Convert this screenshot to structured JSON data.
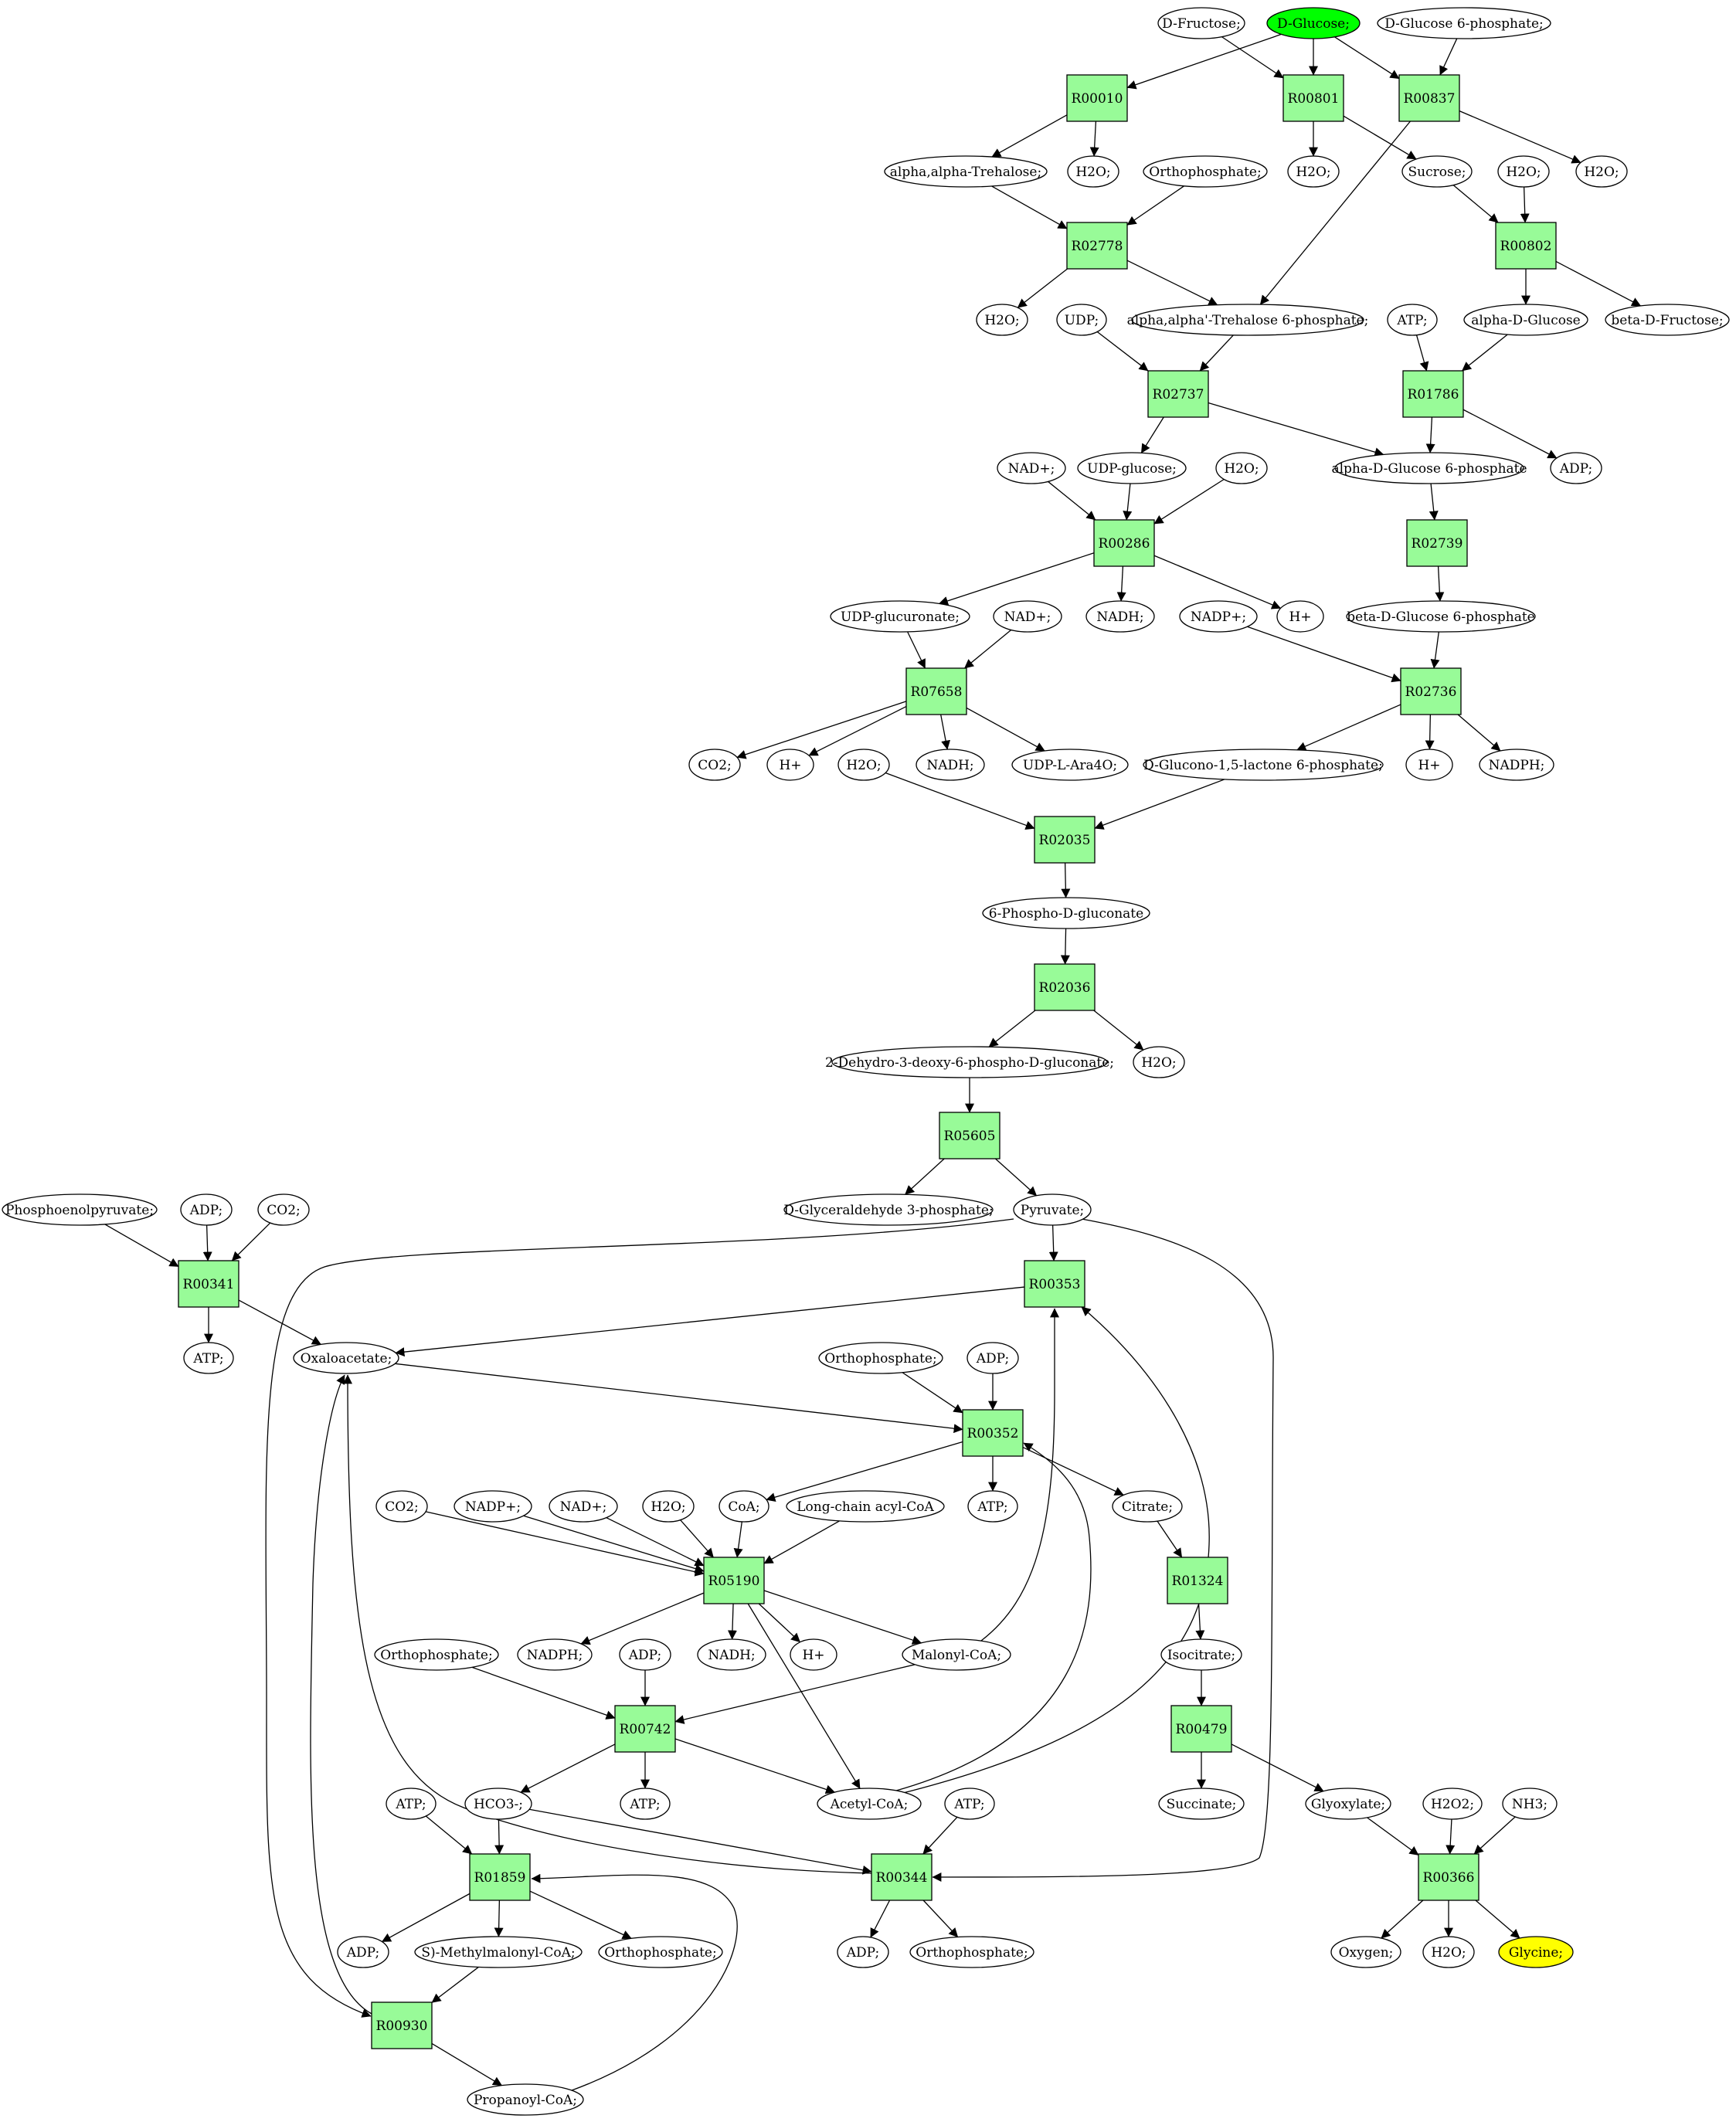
{
  "diagram": {
    "colors": {
      "reaction_fill": "#98FB98",
      "metabolite_fill": "#FFFFFF",
      "source_fill": "#00FF00",
      "target_fill": "#FFFF00",
      "stroke": "#000000"
    },
    "nodes": [
      {
        "id": "m_dfructose",
        "label": "D-Fructose;",
        "kind": "metabolite"
      },
      {
        "id": "m_dglucose",
        "label": "D-Glucose;",
        "kind": "source"
      },
      {
        "id": "m_dg6p",
        "label": "D-Glucose 6-phosphate;",
        "kind": "metabolite"
      },
      {
        "id": "r_R00010",
        "label": "R00010",
        "kind": "reaction"
      },
      {
        "id": "r_R00801",
        "label": "R00801",
        "kind": "reaction"
      },
      {
        "id": "r_R00837",
        "label": "R00837",
        "kind": "reaction"
      },
      {
        "id": "m_trehalose",
        "label": "alpha,alpha-Trehalose;",
        "kind": "metabolite"
      },
      {
        "id": "m_h2o_1",
        "label": "H2O;",
        "kind": "metabolite"
      },
      {
        "id": "m_orthop_1",
        "label": "Orthophosphate;",
        "kind": "metabolite"
      },
      {
        "id": "m_h2o_2",
        "label": "H2O;",
        "kind": "metabolite"
      },
      {
        "id": "m_sucrose",
        "label": "Sucrose;",
        "kind": "metabolite"
      },
      {
        "id": "m_h2o_3",
        "label": "H2O;",
        "kind": "metabolite"
      },
      {
        "id": "m_h2o_4",
        "label": "H2O;",
        "kind": "metabolite"
      },
      {
        "id": "r_R02778",
        "label": "R02778",
        "kind": "reaction"
      },
      {
        "id": "r_R00802",
        "label": "R00802",
        "kind": "reaction"
      },
      {
        "id": "m_h2o_5",
        "label": "H2O;",
        "kind": "metabolite"
      },
      {
        "id": "m_udp",
        "label": "UDP;",
        "kind": "metabolite"
      },
      {
        "id": "m_treh6p",
        "label": "alpha,alpha'-Trehalose 6-phosphate;",
        "kind": "metabolite"
      },
      {
        "id": "m_atp_1",
        "label": "ATP;",
        "kind": "metabolite"
      },
      {
        "id": "m_adglc",
        "label": "alpha-D-Glucose",
        "kind": "metabolite"
      },
      {
        "id": "m_bdfru",
        "label": "beta-D-Fructose;",
        "kind": "metabolite"
      },
      {
        "id": "r_R02737",
        "label": "R02737",
        "kind": "reaction"
      },
      {
        "id": "r_R01786",
        "label": "R01786",
        "kind": "reaction"
      },
      {
        "id": "m_nad_1",
        "label": "NAD+;",
        "kind": "metabolite"
      },
      {
        "id": "m_udpglc",
        "label": "UDP-glucose;",
        "kind": "metabolite"
      },
      {
        "id": "m_h2o_6",
        "label": "H2O;",
        "kind": "metabolite"
      },
      {
        "id": "m_adg6p",
        "label": "alpha-D-Glucose 6-phosphate",
        "kind": "metabolite"
      },
      {
        "id": "m_adp_1",
        "label": "ADP;",
        "kind": "metabolite"
      },
      {
        "id": "r_R00286",
        "label": "R00286",
        "kind": "reaction"
      },
      {
        "id": "r_R02739",
        "label": "R02739",
        "kind": "reaction"
      },
      {
        "id": "m_udpgluc",
        "label": "UDP-glucuronate;",
        "kind": "metabolite"
      },
      {
        "id": "m_nad_2",
        "label": "NAD+;",
        "kind": "metabolite"
      },
      {
        "id": "m_nadh_1",
        "label": "NADH;",
        "kind": "metabolite"
      },
      {
        "id": "m_nadp_1",
        "label": "NADP+;",
        "kind": "metabolite"
      },
      {
        "id": "m_hplus_1",
        "label": "H+",
        "kind": "metabolite"
      },
      {
        "id": "m_bdg6p",
        "label": "beta-D-Glucose 6-phosphate",
        "kind": "metabolite"
      },
      {
        "id": "r_R07658",
        "label": "R07658",
        "kind": "reaction"
      },
      {
        "id": "r_R02736",
        "label": "R02736",
        "kind": "reaction"
      },
      {
        "id": "m_co2_1",
        "label": "CO2;",
        "kind": "metabolite"
      },
      {
        "id": "m_hplus_2",
        "label": "H+",
        "kind": "metabolite"
      },
      {
        "id": "m_h2o_7",
        "label": "H2O;",
        "kind": "metabolite"
      },
      {
        "id": "m_nadh_2",
        "label": "NADH;",
        "kind": "metabolite"
      },
      {
        "id": "m_udpara",
        "label": "UDP-L-Ara4O;",
        "kind": "metabolite"
      },
      {
        "id": "m_dglucono",
        "label": "D-Glucono-1,5-lactone 6-phosphate;",
        "kind": "metabolite"
      },
      {
        "id": "m_hplus_3",
        "label": "H+",
        "kind": "metabolite"
      },
      {
        "id": "m_nadph_1",
        "label": "NADPH;",
        "kind": "metabolite"
      },
      {
        "id": "r_R02035",
        "label": "R02035",
        "kind": "reaction"
      },
      {
        "id": "m_6pg",
        "label": "6-Phospho-D-gluconate",
        "kind": "metabolite"
      },
      {
        "id": "r_R02036",
        "label": "R02036",
        "kind": "reaction"
      },
      {
        "id": "m_kdpg",
        "label": "2-Dehydro-3-deoxy-6-phospho-D-gluconate;",
        "kind": "metabolite"
      },
      {
        "id": "m_h2o_8",
        "label": "H2O;",
        "kind": "metabolite"
      },
      {
        "id": "r_R05605",
        "label": "R05605",
        "kind": "reaction"
      },
      {
        "id": "m_pep",
        "label": "Phosphoenolpyruvate;",
        "kind": "metabolite"
      },
      {
        "id": "m_adp_2",
        "label": "ADP;",
        "kind": "metabolite"
      },
      {
        "id": "m_co2_2",
        "label": "CO2;",
        "kind": "metabolite"
      },
      {
        "id": "m_gap",
        "label": "D-Glyceraldehyde 3-phosphate;",
        "kind": "metabolite"
      },
      {
        "id": "m_pyruvate",
        "label": "Pyruvate;",
        "kind": "metabolite"
      },
      {
        "id": "r_R00341",
        "label": "R00341",
        "kind": "reaction"
      },
      {
        "id": "r_R00353",
        "label": "R00353",
        "kind": "reaction"
      },
      {
        "id": "m_atp_2",
        "label": "ATP;",
        "kind": "metabolite"
      },
      {
        "id": "m_oaa",
        "label": "Oxaloacetate;",
        "kind": "metabolite"
      },
      {
        "id": "m_orthop_2",
        "label": "Orthophosphate;",
        "kind": "metabolite"
      },
      {
        "id": "m_adp_3",
        "label": "ADP;",
        "kind": "metabolite"
      },
      {
        "id": "r_R00352",
        "label": "R00352",
        "kind": "reaction"
      },
      {
        "id": "m_co2_3",
        "label": "CO2;",
        "kind": "metabolite"
      },
      {
        "id": "m_nadp_2",
        "label": "NADP+;",
        "kind": "metabolite"
      },
      {
        "id": "m_nad_3",
        "label": "NAD+;",
        "kind": "metabolite"
      },
      {
        "id": "m_h2o_9",
        "label": "H2O;",
        "kind": "metabolite"
      },
      {
        "id": "m_coa",
        "label": "CoA;",
        "kind": "metabolite"
      },
      {
        "id": "m_lcacoa",
        "label": "Long-chain acyl-CoA",
        "kind": "metabolite"
      },
      {
        "id": "m_atp_3",
        "label": "ATP;",
        "kind": "metabolite"
      },
      {
        "id": "m_citrate",
        "label": "Citrate;",
        "kind": "metabolite"
      },
      {
        "id": "r_R05190",
        "label": "R05190",
        "kind": "reaction"
      },
      {
        "id": "r_R01324",
        "label": "R01324",
        "kind": "reaction"
      },
      {
        "id": "m_orthop_3",
        "label": "Orthophosphate;",
        "kind": "metabolite"
      },
      {
        "id": "m_nadph_2",
        "label": "NADPH;",
        "kind": "metabolite"
      },
      {
        "id": "m_adp_4",
        "label": "ADP;",
        "kind": "metabolite"
      },
      {
        "id": "m_nadh_3",
        "label": "NADH;",
        "kind": "metabolite"
      },
      {
        "id": "m_hplus_4",
        "label": "H+",
        "kind": "metabolite"
      },
      {
        "id": "m_malcoa",
        "label": "Malonyl-CoA;",
        "kind": "metabolite"
      },
      {
        "id": "m_isocit",
        "label": "Isocitrate;",
        "kind": "metabolite"
      },
      {
        "id": "r_R00742",
        "label": "R00742",
        "kind": "reaction"
      },
      {
        "id": "r_R00479",
        "label": "R00479",
        "kind": "reaction"
      },
      {
        "id": "m_atp_4",
        "label": "ATP;",
        "kind": "metabolite"
      },
      {
        "id": "m_hco3",
        "label": "HCO3-;",
        "kind": "metabolite"
      },
      {
        "id": "m_atp_5",
        "label": "ATP;",
        "kind": "metabolite"
      },
      {
        "id": "m_acetcoa",
        "label": "Acetyl-CoA;",
        "kind": "metabolite"
      },
      {
        "id": "m_atp_6",
        "label": "ATP;",
        "kind": "metabolite"
      },
      {
        "id": "m_succ",
        "label": "Succinate;",
        "kind": "metabolite"
      },
      {
        "id": "m_glyox",
        "label": "Glyoxylate;",
        "kind": "metabolite"
      },
      {
        "id": "m_h2o2",
        "label": "H2O2;",
        "kind": "metabolite"
      },
      {
        "id": "m_nh3",
        "label": "NH3;",
        "kind": "metabolite"
      },
      {
        "id": "r_R01859",
        "label": "R01859",
        "kind": "reaction"
      },
      {
        "id": "r_R00344",
        "label": "R00344",
        "kind": "reaction"
      },
      {
        "id": "r_R00366",
        "label": "R00366",
        "kind": "reaction"
      },
      {
        "id": "m_adp_5",
        "label": "ADP;",
        "kind": "metabolite"
      },
      {
        "id": "m_smmcoa",
        "label": "S)-Methylmalonyl-CoA;",
        "kind": "metabolite"
      },
      {
        "id": "m_orthop_4",
        "label": "Orthophosphate;",
        "kind": "metabolite"
      },
      {
        "id": "m_adp_6",
        "label": "ADP;",
        "kind": "metabolite"
      },
      {
        "id": "m_orthop_5",
        "label": "Orthophosphate;",
        "kind": "metabolite"
      },
      {
        "id": "m_oxygen",
        "label": "Oxygen;",
        "kind": "metabolite"
      },
      {
        "id": "m_h2o_10",
        "label": "H2O;",
        "kind": "metabolite"
      },
      {
        "id": "m_glycine",
        "label": "Glycine;",
        "kind": "target"
      },
      {
        "id": "r_R00930",
        "label": "R00930",
        "kind": "reaction"
      },
      {
        "id": "m_propcoa",
        "label": "Propanoyl-CoA;",
        "kind": "metabolite"
      }
    ],
    "edges": [
      [
        "m_dglucose",
        "r_R00010"
      ],
      [
        "m_dglucose",
        "r_R00801"
      ],
      [
        "m_dglucose",
        "r_R00837"
      ],
      [
        "m_dfructose",
        "r_R00801"
      ],
      [
        "m_dg6p",
        "r_R00837"
      ],
      [
        "r_R00010",
        "m_trehalose"
      ],
      [
        "r_R00010",
        "m_h2o_1"
      ],
      [
        "r_R00801",
        "m_h2o_2"
      ],
      [
        "r_R00801",
        "m_sucrose"
      ],
      [
        "r_R00837",
        "m_treh6p"
      ],
      [
        "r_R00837",
        "m_h2o_4"
      ],
      [
        "m_trehalose",
        "r_R02778"
      ],
      [
        "m_orthop_1",
        "r_R02778"
      ],
      [
        "r_R02778",
        "m_h2o_5"
      ],
      [
        "r_R02778",
        "m_treh6p"
      ],
      [
        "m_sucrose",
        "r_R00802"
      ],
      [
        "m_h2o_3",
        "r_R00802"
      ],
      [
        "r_R00802",
        "m_adglc"
      ],
      [
        "r_R00802",
        "m_bdfru"
      ],
      [
        "m_udp",
        "r_R02737"
      ],
      [
        "m_treh6p",
        "r_R02737"
      ],
      [
        "r_R02737",
        "m_udpglc"
      ],
      [
        "r_R02737",
        "m_adg6p"
      ],
      [
        "m_atp_1",
        "r_R01786"
      ],
      [
        "m_adglc",
        "r_R01786"
      ],
      [
        "r_R01786",
        "m_adg6p"
      ],
      [
        "r_R01786",
        "m_adp_1"
      ],
      [
        "m_adg6p",
        "r_R02739"
      ],
      [
        "r_R02739",
        "m_bdg6p"
      ],
      [
        "m_nad_1",
        "r_R00286"
      ],
      [
        "m_udpglc",
        "r_R00286"
      ],
      [
        "m_h2o_6",
        "r_R00286"
      ],
      [
        "r_R00286",
        "m_udpgluc"
      ],
      [
        "r_R00286",
        "m_nadh_1"
      ],
      [
        "r_R00286",
        "m_hplus_1"
      ],
      [
        "m_udpgluc",
        "r_R07658"
      ],
      [
        "m_nad_2",
        "r_R07658"
      ],
      [
        "r_R07658",
        "m_co2_1"
      ],
      [
        "r_R07658",
        "m_hplus_2"
      ],
      [
        "r_R07658",
        "m_nadh_2"
      ],
      [
        "r_R07658",
        "m_udpara"
      ],
      [
        "m_nadp_1",
        "r_R02736"
      ],
      [
        "m_bdg6p",
        "r_R02736"
      ],
      [
        "r_R02736",
        "m_dglucono"
      ],
      [
        "r_R02736",
        "m_hplus_3"
      ],
      [
        "r_R02736",
        "m_nadph_1"
      ],
      [
        "m_h2o_7",
        "r_R02035"
      ],
      [
        "m_dglucono",
        "r_R02035"
      ],
      [
        "r_R02035",
        "m_6pg"
      ],
      [
        "m_6pg",
        "r_R02036"
      ],
      [
        "r_R02036",
        "m_kdpg"
      ],
      [
        "r_R02036",
        "m_h2o_8"
      ],
      [
        "m_kdpg",
        "r_R05605"
      ],
      [
        "r_R05605",
        "m_gap"
      ],
      [
        "r_R05605",
        "m_pyruvate"
      ],
      [
        "m_pep",
        "r_R00341"
      ],
      [
        "m_adp_2",
        "r_R00341"
      ],
      [
        "m_co2_2",
        "r_R00341"
      ],
      [
        "r_R00341",
        "m_atp_2"
      ],
      [
        "r_R00341",
        "m_oaa"
      ],
      [
        "m_pyruvate",
        "r_R00353"
      ],
      [
        "r_R00353",
        "m_oaa"
      ],
      [
        "m_oaa",
        "r_R00352"
      ],
      [
        "m_orthop_2",
        "r_R00352"
      ],
      [
        "m_adp_3",
        "r_R00352"
      ],
      [
        "r_R00352",
        "m_coa"
      ],
      [
        "r_R00352",
        "m_atp_3"
      ],
      [
        "r_R00352",
        "m_citrate"
      ],
      [
        "m_citrate",
        "r_R01324"
      ],
      [
        "r_R01324",
        "m_isocit"
      ],
      [
        "m_isocit",
        "r_R00479"
      ],
      [
        "r_R00479",
        "m_succ"
      ],
      [
        "r_R00479",
        "m_glyox"
      ],
      [
        "m_co2_3",
        "r_R05190"
      ],
      [
        "m_nadp_2",
        "r_R05190"
      ],
      [
        "m_nad_3",
        "r_R05190"
      ],
      [
        "m_h2o_9",
        "r_R05190"
      ],
      [
        "m_coa",
        "r_R05190"
      ],
      [
        "m_lcacoa",
        "r_R05190"
      ],
      [
        "r_R05190",
        "m_nadph_2"
      ],
      [
        "r_R05190",
        "m_nadh_3"
      ],
      [
        "r_R05190",
        "m_hplus_4"
      ],
      [
        "r_R05190",
        "m_malcoa"
      ],
      [
        "r_R05190",
        "m_acetcoa"
      ],
      [
        "m_orthop_3",
        "r_R00742"
      ],
      [
        "m_adp_4",
        "r_R00742"
      ],
      [
        "m_malcoa",
        "r_R00742"
      ],
      [
        "r_R00742",
        "m_hco3"
      ],
      [
        "r_R00742",
        "m_atp_5"
      ],
      [
        "r_R00742",
        "m_acetcoa"
      ],
      [
        "m_glyox",
        "r_R00366"
      ],
      [
        "m_h2o2",
        "r_R00366"
      ],
      [
        "m_nh3",
        "r_R00366"
      ],
      [
        "r_R00366",
        "m_oxygen"
      ],
      [
        "r_R00366",
        "m_h2o_10"
      ],
      [
        "r_R00366",
        "m_glycine"
      ],
      [
        "m_atp_4",
        "r_R01859"
      ],
      [
        "m_hco3",
        "r_R01859"
      ],
      [
        "r_R01859",
        "m_adp_5"
      ],
      [
        "r_R01859",
        "m_smmcoa"
      ],
      [
        "r_R01859",
        "m_orthop_4"
      ],
      [
        "m_smmcoa",
        "r_R00930"
      ],
      [
        "r_R00930",
        "m_propcoa"
      ],
      [
        "m_atp_6",
        "r_R00344"
      ],
      [
        "m_hco3",
        "r_R00344"
      ],
      [
        "r_R00344",
        "m_adp_6"
      ],
      [
        "r_R00344",
        "m_orthop_5"
      ]
    ],
    "curved_edges": [
      [
        "m_pyruvate",
        "r_R00930"
      ],
      [
        "m_pyruvate",
        "r_R00344"
      ],
      [
        "r_R00930",
        "m_oaa"
      ],
      [
        "r_R00344",
        "m_oaa"
      ],
      [
        "m_malcoa",
        "r_R00353"
      ],
      [
        "m_acetcoa",
        "r_R00352"
      ],
      [
        "m_acetcoa",
        "r_R00353"
      ],
      [
        "m_propcoa",
        "r_R01859"
      ]
    ]
  }
}
